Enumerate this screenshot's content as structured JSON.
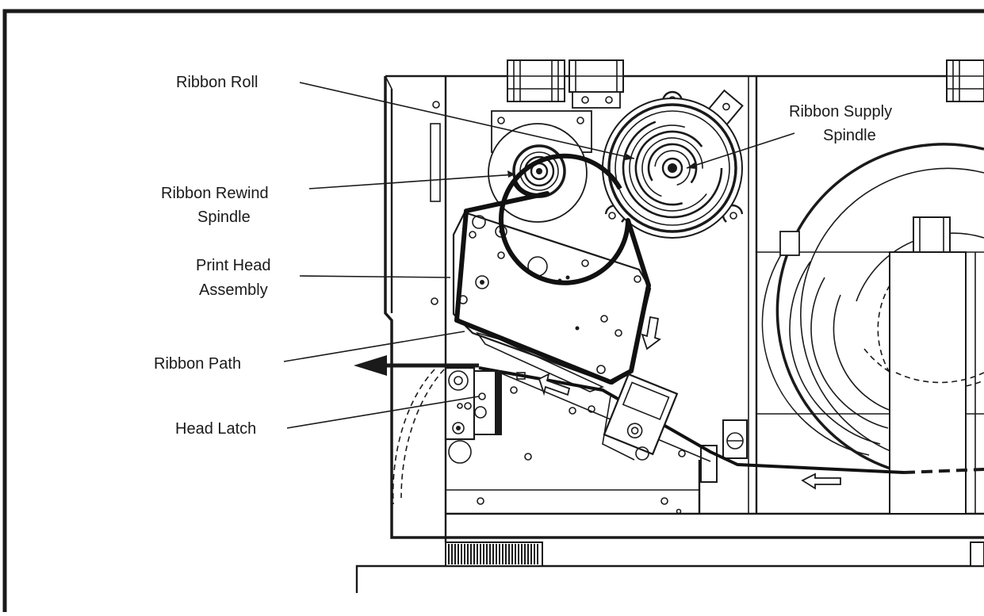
{
  "labels": {
    "ribbon_roll": "Ribbon Roll",
    "ribbon_rewind_line1": "Ribbon Rewind",
    "ribbon_rewind_line2": "Spindle",
    "print_head_line1": "Print Head",
    "print_head_line2": "Assembly",
    "ribbon_path": "Ribbon Path",
    "head_latch": "Head Latch",
    "supply_line1": "Ribbon Supply",
    "supply_line2": "Spindle"
  },
  "colors": {
    "ink": "#1a1a1a",
    "background": "#ffffff"
  }
}
